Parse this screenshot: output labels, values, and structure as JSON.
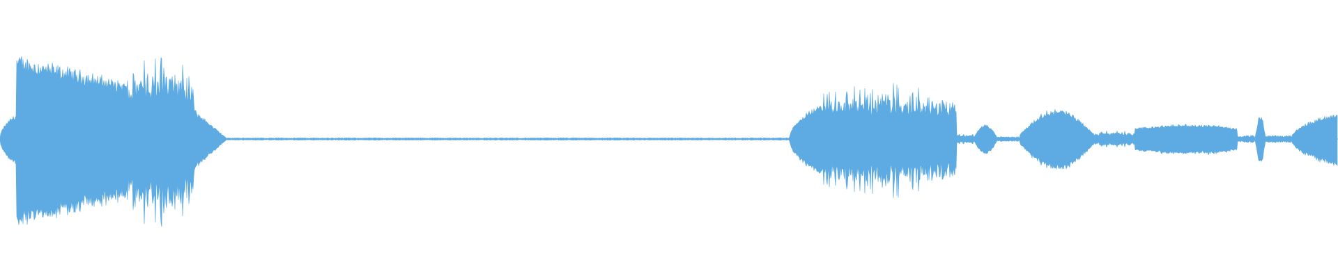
{
  "waveform": {
    "color": "#5dabe2",
    "background": "#ffffff",
    "duration_fraction_segments": [
      {
        "start": 0.0,
        "end": 0.012,
        "peak": 0.3,
        "shape": "attack"
      },
      {
        "start": 0.012,
        "end": 0.095,
        "peak": 0.98,
        "shape": "decay"
      },
      {
        "start": 0.095,
        "end": 0.145,
        "peak": 0.82,
        "shape": "flutter"
      },
      {
        "start": 0.145,
        "end": 0.17,
        "peak": 0.35,
        "shape": "tail"
      },
      {
        "start": 0.17,
        "end": 0.59,
        "peak": 0.01,
        "shape": "silence"
      },
      {
        "start": 0.59,
        "end": 0.615,
        "peak": 0.42,
        "shape": "attack"
      },
      {
        "start": 0.615,
        "end": 0.715,
        "peak": 0.52,
        "shape": "flutter"
      },
      {
        "start": 0.715,
        "end": 0.728,
        "peak": 0.04,
        "shape": "silence"
      },
      {
        "start": 0.728,
        "end": 0.745,
        "peak": 0.17,
        "shape": "bump"
      },
      {
        "start": 0.745,
        "end": 0.762,
        "peak": 0.02,
        "shape": "silence"
      },
      {
        "start": 0.762,
        "end": 0.818,
        "peak": 0.35,
        "shape": "bump"
      },
      {
        "start": 0.818,
        "end": 0.848,
        "peak": 0.08,
        "shape": "flutter"
      },
      {
        "start": 0.848,
        "end": 0.925,
        "peak": 0.17,
        "shape": "plateau"
      },
      {
        "start": 0.925,
        "end": 0.938,
        "peak": 0.03,
        "shape": "silence"
      },
      {
        "start": 0.938,
        "end": 0.946,
        "peak": 0.28,
        "shape": "spike"
      },
      {
        "start": 0.946,
        "end": 0.965,
        "peak": 0.03,
        "shape": "silence"
      },
      {
        "start": 0.965,
        "end": 1.0,
        "peak": 0.32,
        "shape": "attack"
      }
    ]
  }
}
